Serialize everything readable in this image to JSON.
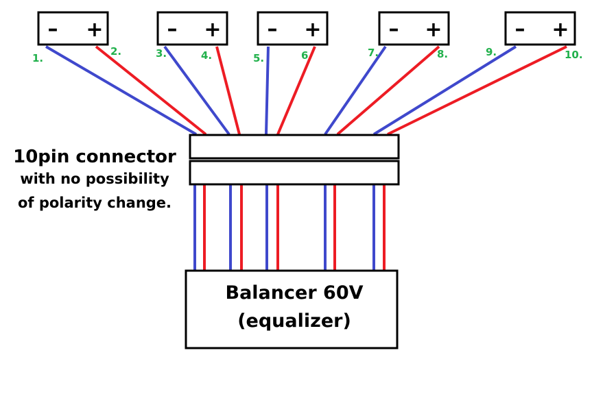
{
  "colors": {
    "negative_wire": "#3f48cc",
    "positive_wire": "#ed1c24",
    "pin_label": "#22b14c",
    "outline": "#000000",
    "background": "#ffffff"
  },
  "cells": [
    {
      "minus": "–",
      "plus": "+",
      "neg_pin": "1.",
      "pos_pin": "2."
    },
    {
      "minus": "–",
      "plus": "+",
      "neg_pin": "3.",
      "pos_pin": "4."
    },
    {
      "minus": "–",
      "plus": "+",
      "neg_pin": "5.",
      "pos_pin": "6"
    },
    {
      "minus": "–",
      "plus": "+",
      "neg_pin": "7.",
      "pos_pin": "8."
    },
    {
      "minus": "–",
      "plus": "+",
      "neg_pin": "9.",
      "pos_pin": "10."
    }
  ],
  "connector": {
    "title": "10pin connector",
    "note_line1": "with no possibility",
    "note_line2": "of polarity change."
  },
  "balancer": {
    "line1": "Balancer 60V",
    "line2": "(equalizer)"
  }
}
